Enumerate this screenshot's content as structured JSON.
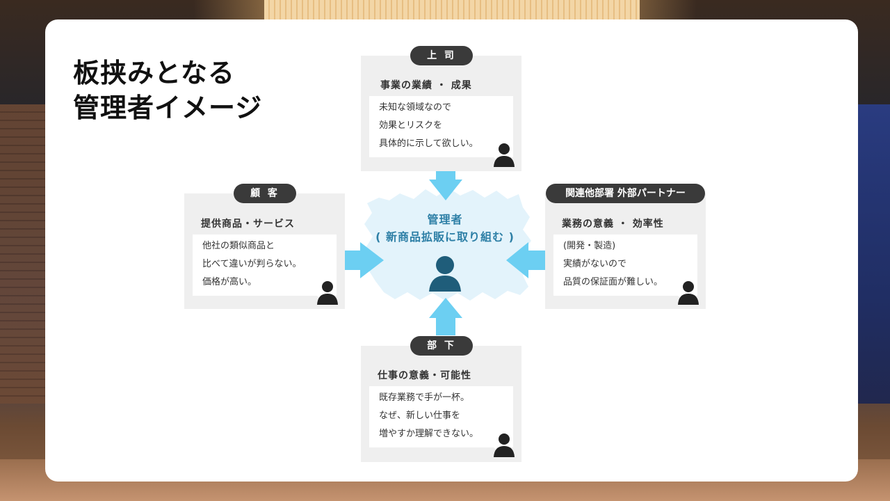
{
  "title": {
    "line1": "板挟みとなる",
    "line2": "管理者イメージ"
  },
  "center": {
    "line1": "管理者",
    "line2": "( 新商品拡販に取り組む )"
  },
  "top": {
    "role": "上 司",
    "heading": "事業の業績 ・ 成果",
    "lines": [
      "未知な領域なので",
      "効果とリスクを",
      "具体的に示して欲しい。"
    ]
  },
  "left": {
    "role": "顧 客",
    "heading": "提供商品・サービス",
    "lines": [
      "他社の類似商品と",
      "比べて違いが判らない。",
      "価格が高い。"
    ]
  },
  "right": {
    "role": "関連他部署 外部パートナー",
    "heading": "業務の意義 ・ 効率性",
    "lines": [
      "(開発・製造)",
      "実績がないので",
      "品質の保証面が難しい。"
    ]
  },
  "bottom": {
    "role": "部 下",
    "heading": "仕事の意義・可能性",
    "lines": [
      "既存業務で手が一杯。",
      "なぜ、新しい仕事を",
      "増やすか理解できない。"
    ]
  },
  "colors": {
    "arrow": "#6ccff2",
    "cloud": "#e3f3fb",
    "center_text": "#2d7fa6",
    "center_person": "#1f5d7a",
    "person": "#222222",
    "pill": "#3a3a3a",
    "panel": "#efefef"
  },
  "icons": [
    "person-icon",
    "manager-person-icon",
    "arrow-down-icon",
    "arrow-right-icon",
    "arrow-left-icon",
    "arrow-up-icon"
  ]
}
